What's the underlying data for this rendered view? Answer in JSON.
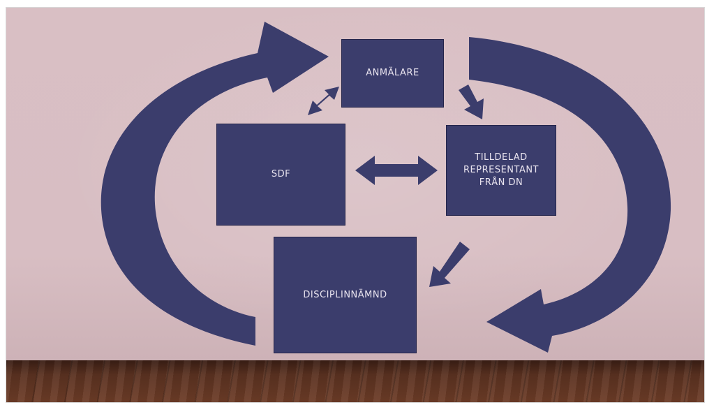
{
  "diagram": {
    "boxes": {
      "anmalare": "ANMÄLARE",
      "sdf": "SDF",
      "tilldelad": "TILLDELAD\nREPRESENTANT\nFRÅN DN",
      "disciplinnamnd": "DISCIPLINNÄMND"
    },
    "colors": {
      "box_fill": "#3b3d6c",
      "arrow_fill": "#3b3d6c",
      "wall": "#d9bfc4",
      "floor": "#5b3221",
      "text": "#e9e4ef"
    }
  }
}
